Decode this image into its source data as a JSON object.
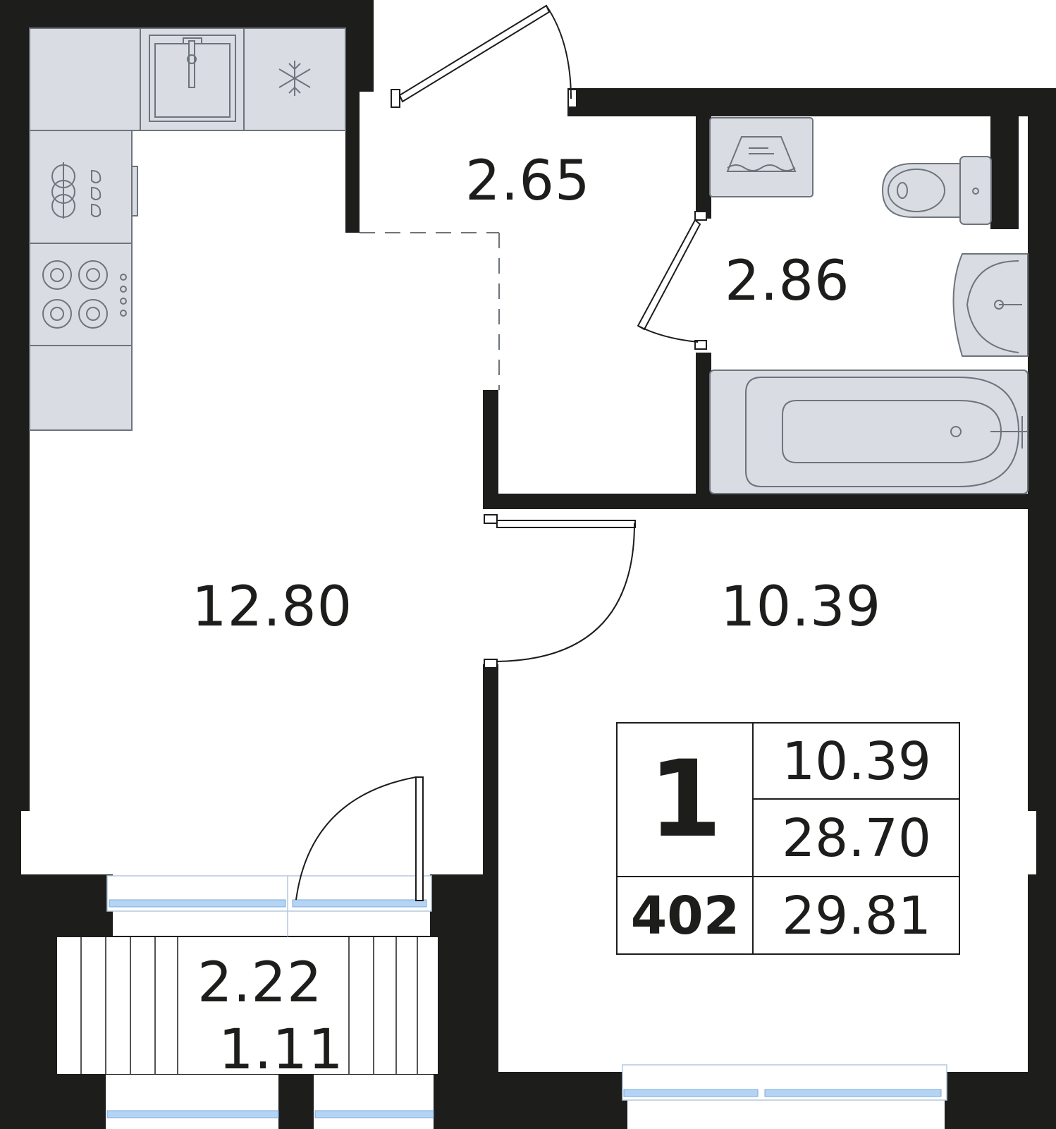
{
  "rooms": {
    "hall_area": "2.65",
    "bathroom_area": "2.86",
    "kitchen_living_area": "12.80",
    "bedroom_area": "10.39",
    "balcony_area": "2.22",
    "balcony_reduced_area": "1.11"
  },
  "summary": {
    "rooms_count": "1",
    "living_area": "10.39",
    "total_area": "28.70",
    "apartment_number": "402",
    "total_with_balcony": "29.81"
  },
  "colors": {
    "wall": "#1d1d1b",
    "fixture_fill": "#d9dde3",
    "fixture_stroke": "#6e747b",
    "glazing": "#b3d4f5",
    "text": "#1d1d1b"
  },
  "icons": [
    "snowflake-icon",
    "sink-icon",
    "stove-icon",
    "toilet-icon",
    "washbasin-icon",
    "bathtub-icon",
    "washing-machine-icon"
  ]
}
